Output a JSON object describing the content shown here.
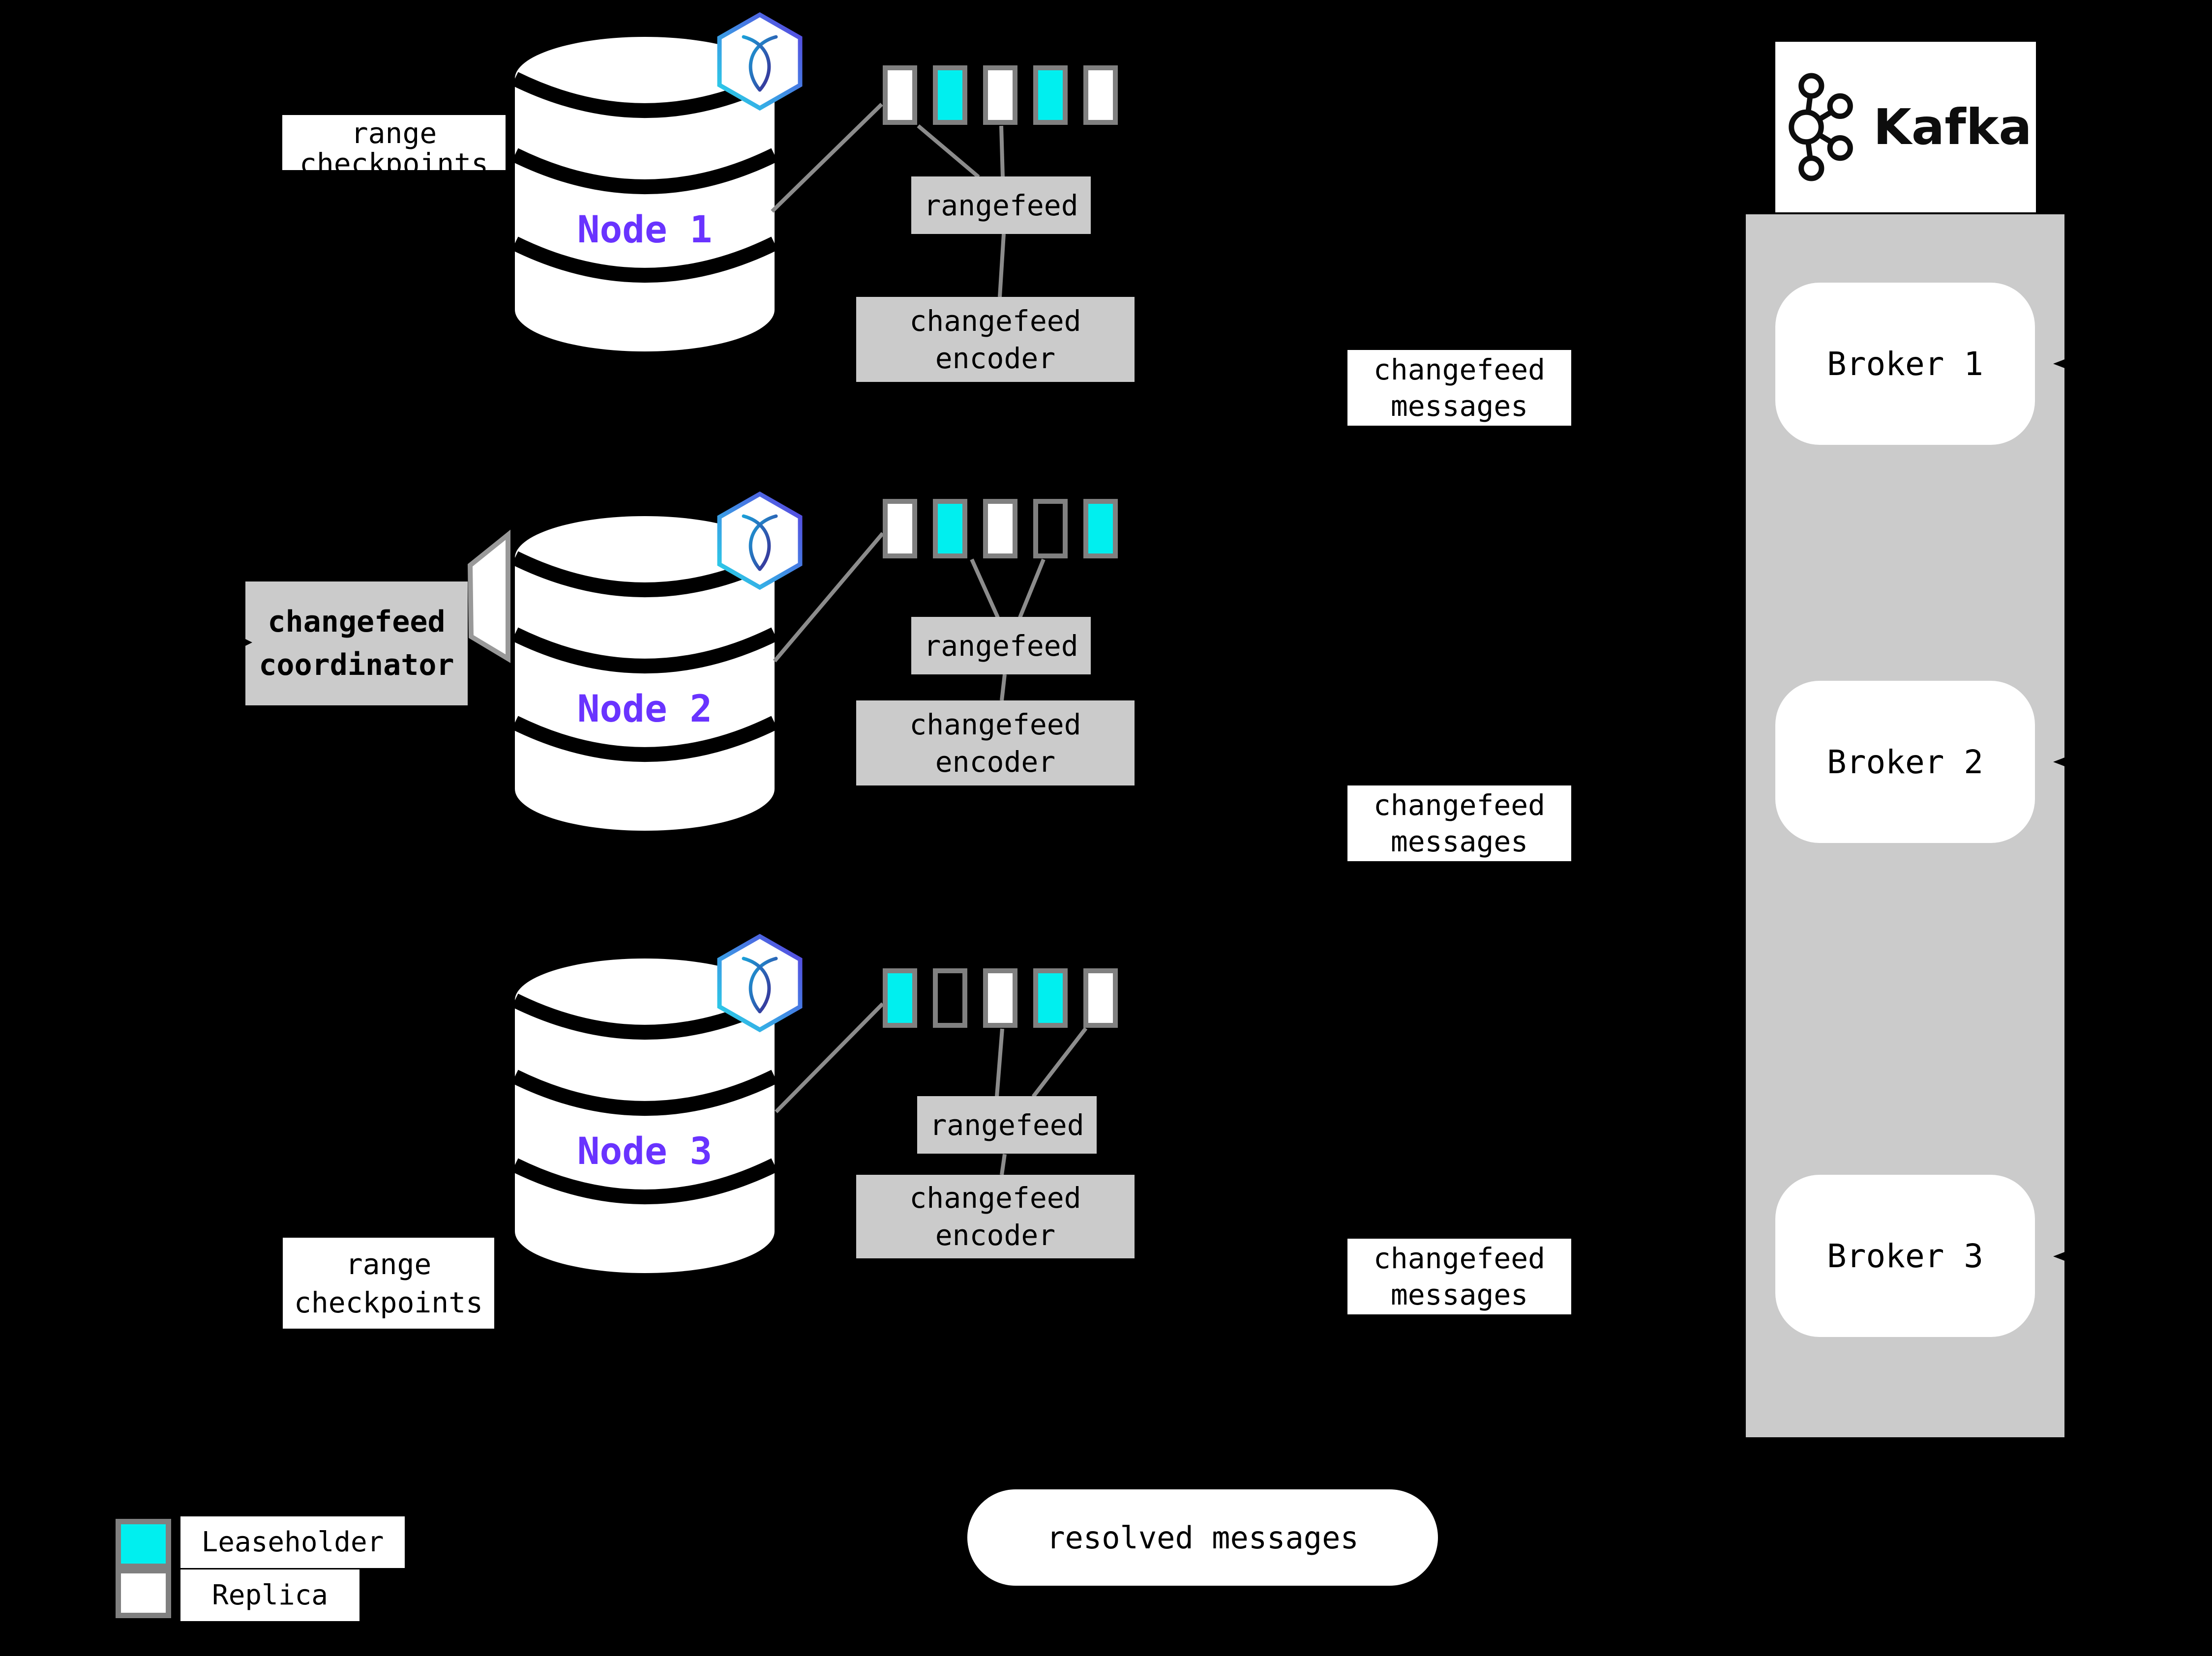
{
  "colors": {
    "background": "#000000",
    "leaseholder": "#00EFEF",
    "replica": "#FFFFFF",
    "panel_gray": "#CBCBCB",
    "kafka_column_gray": "#CBCBCB",
    "border_gray": "#808080",
    "connector_gray": "#8C8C8C",
    "node_label_purple": "#6933FF",
    "crdb_hex_gradient": [
      "#27D8E8",
      "#5A3FE0"
    ]
  },
  "nodes": [
    {
      "label": "Node 1",
      "checkpoint_label": "range\ncheckpoints",
      "rangefeed_label": "rangefeed",
      "encoder_label": "changefeed\nencoder",
      "ranges": [
        "replica",
        "leaseholder",
        "replica",
        "leaseholder",
        "replica"
      ]
    },
    {
      "label": "Node 2",
      "coordinator_label": "changefeed\ncoordinator",
      "rangefeed_label": "rangefeed",
      "encoder_label": "changefeed\nencoder",
      "ranges": [
        "replica",
        "leaseholder",
        "replica",
        "empty",
        "leaseholder"
      ]
    },
    {
      "label": "Node 3",
      "checkpoint_label": "range\ncheckpoints",
      "rangefeed_label": "rangefeed",
      "encoder_label": "changefeed\nencoder",
      "ranges": [
        "leaseholder",
        "empty",
        "replica",
        "leaseholder",
        "replica"
      ]
    }
  ],
  "messages": {
    "changefeed_label": "changefeed\nmessages",
    "resolved_label": "resolved messages"
  },
  "kafka": {
    "brand": "Kafka",
    "brokers": [
      {
        "label": "Broker 1"
      },
      {
        "label": "Broker 2"
      },
      {
        "label": "Broker 3"
      }
    ]
  },
  "legend": [
    {
      "type": "leaseholder",
      "label": "Leaseholder"
    },
    {
      "type": "replica",
      "label": "Replica"
    }
  ]
}
